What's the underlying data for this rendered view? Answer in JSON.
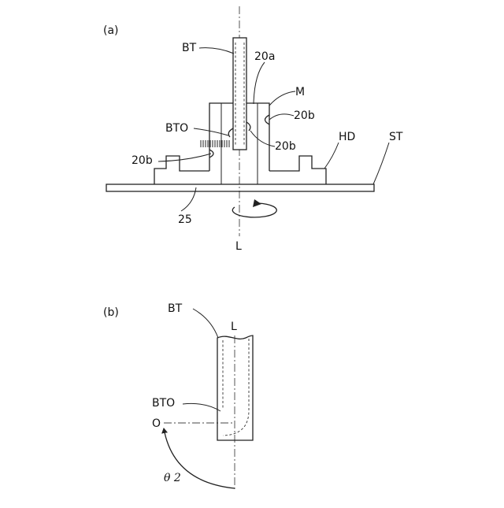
{
  "figure_a": {
    "panel_label": "(a)",
    "labels": {
      "bt": "BT",
      "ref_20a": "20a",
      "m": "M",
      "ref_20b_right": "20b",
      "bto": "BTO",
      "ref_20b_center": "20b",
      "hd": "HD",
      "st": "ST",
      "ref_20b_left": "20b",
      "ref_25": "25",
      "axis_l": "L"
    }
  },
  "figure_b": {
    "panel_label": "(b)",
    "labels": {
      "bt": "BT",
      "axis_l": "L",
      "bto": "BTO",
      "origin_o": "O",
      "angle": "θ 2"
    }
  }
}
